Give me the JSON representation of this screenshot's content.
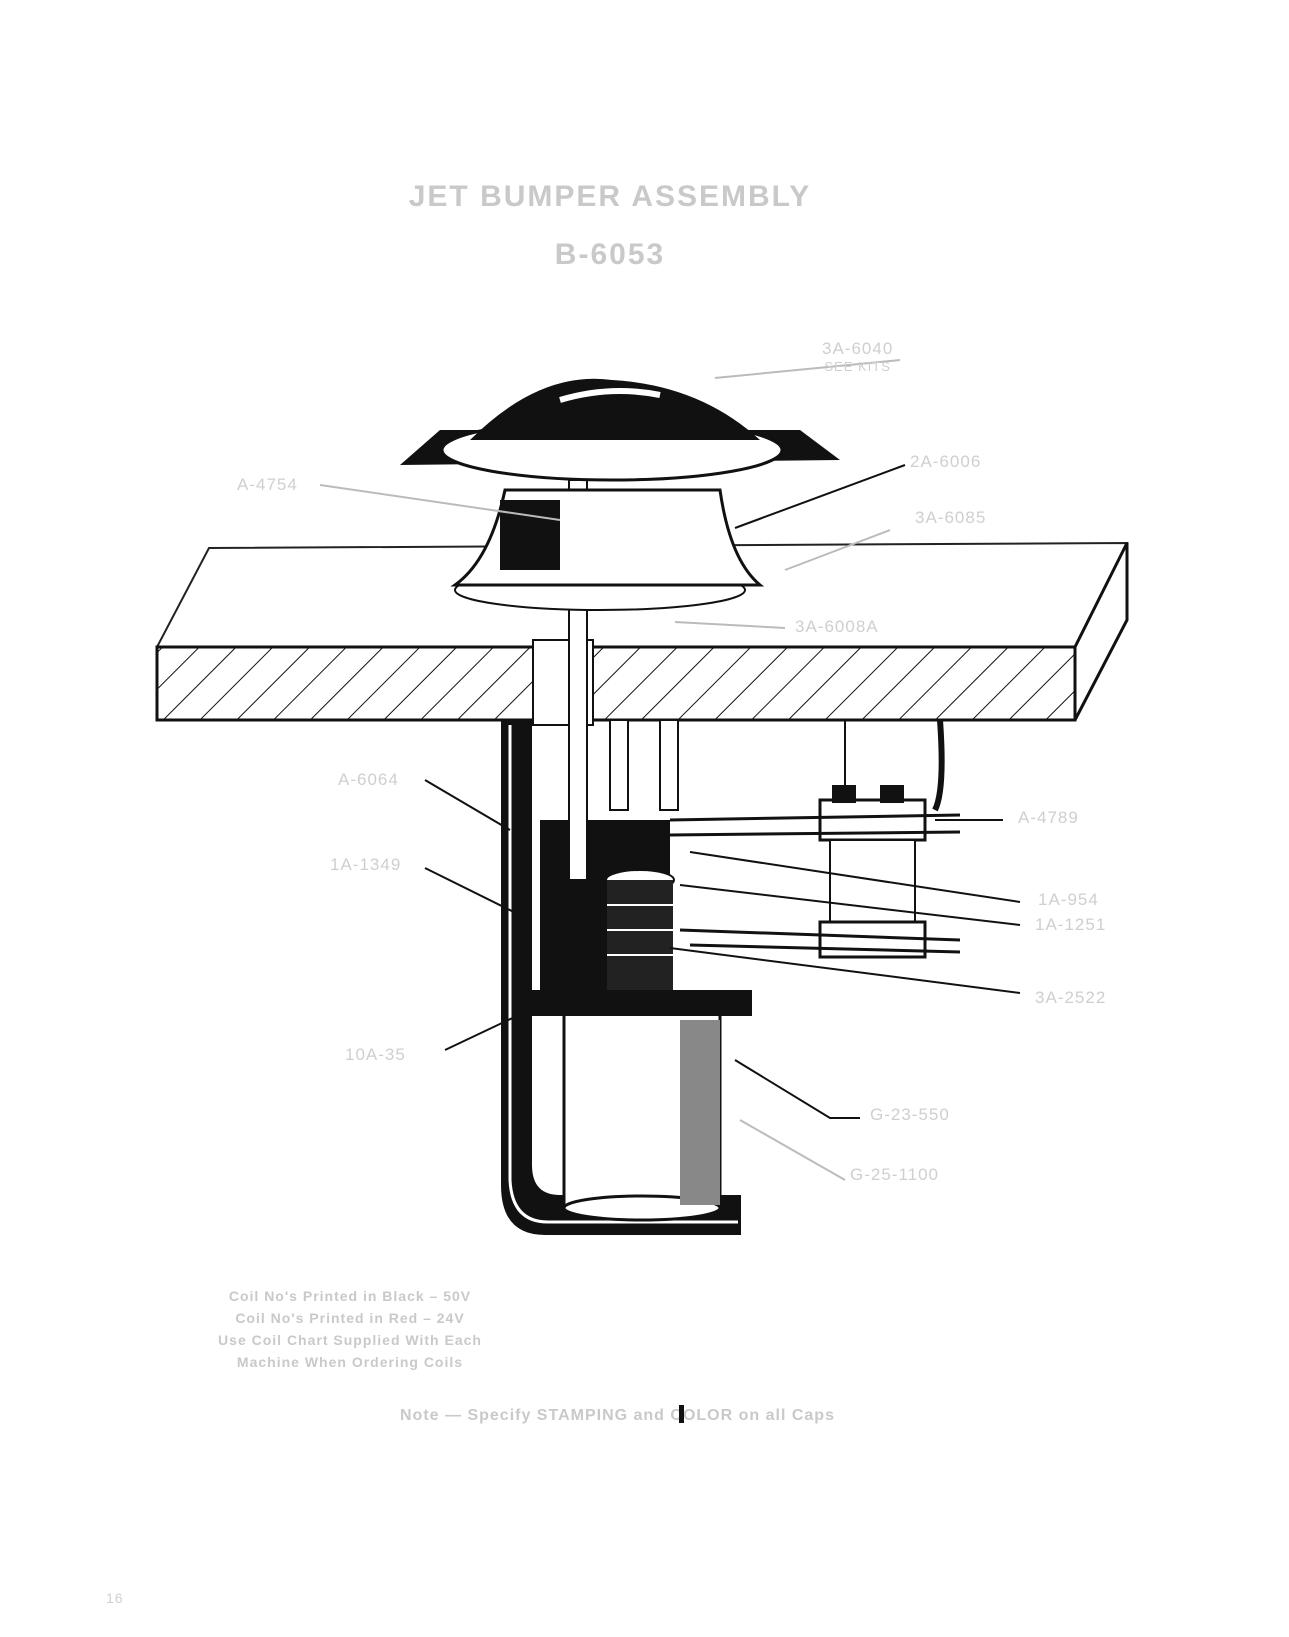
{
  "header": {
    "title": "JET BUMPER ASSEMBLY",
    "part_number": "B-6053"
  },
  "labels": {
    "cap": [
      "3A-6040",
      "SEE KITS"
    ],
    "body": "2A-6006",
    "skirt": "3A-6085",
    "base_plate": "3A-6008A",
    "rod": "A-4754",
    "bracket": "A-6064",
    "spring": "1A-1349",
    "switch_bracket": "A-4789",
    "switch_a": "1A-954",
    "switch_b": "1A-1251",
    "switch_c": "3A-2522",
    "plunger": "10A-35",
    "coil_a": "G-23-550",
    "coil_b": "G-25-1100"
  },
  "notes": {
    "coil_lines": [
      "Coil No's Printed in Black – 50V",
      "Coil No's Printed in Red – 24V",
      "Use Coil Chart Supplied With Each",
      "Machine When Ordering Coils"
    ],
    "caps_note": "Note — Specify STAMPING and COLOR on all Caps"
  },
  "page_number": "16"
}
